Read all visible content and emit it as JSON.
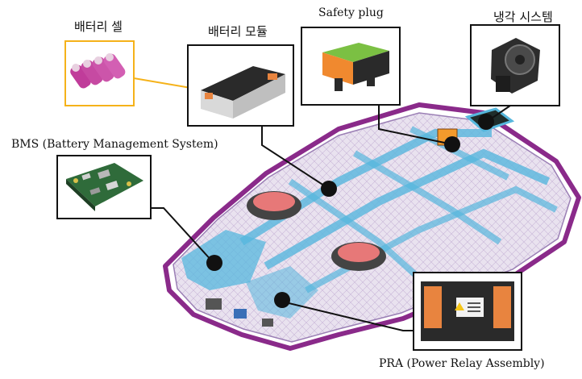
{
  "labels": {
    "battery_cell": "배터리 셀",
    "battery_module": "배터리 모듈",
    "safety_plug": "Safety plug",
    "cooling_system": "냉각 시스템",
    "bms": "BMS (Battery Management System)",
    "pra": "PRA (Power Relay Assembly)"
  },
  "colors": {
    "cell_highlight_border": "#f5b21a",
    "connector_dot_cell": "#f5b21a",
    "connector_dot": "#111111",
    "pack_frame": "#8a2a8a",
    "pack_cooling_plate": "#56b7dd",
    "relay_orange": "#e8843f"
  }
}
